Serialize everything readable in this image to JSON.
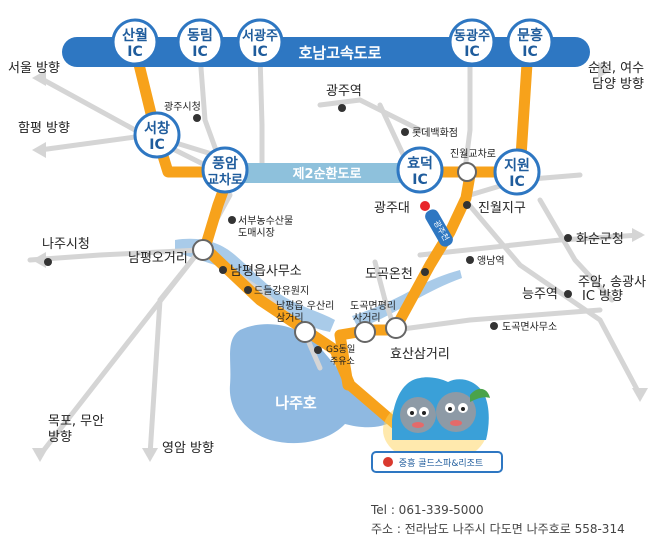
{
  "highway": {
    "name": "호남고속도로"
  },
  "ring_road": {
    "name": "제2순환도로"
  },
  "interchanges": [
    {
      "id": "sanwol",
      "line1": "산월",
      "line2": "IC"
    },
    {
      "id": "dongrim",
      "line1": "동림",
      "line2": "IC"
    },
    {
      "id": "seogwangju",
      "line1": "서광주",
      "line2": "IC"
    },
    {
      "id": "donggwangju",
      "line1": "동광주",
      "line2": "IC"
    },
    {
      "id": "munheung",
      "line1": "문흥",
      "line2": "IC"
    },
    {
      "id": "seochang",
      "line1": "서창",
      "line2": "IC"
    },
    {
      "id": "pungam",
      "line1": "풍암",
      "line2": "교차로"
    },
    {
      "id": "hyodeok",
      "line1": "효덕",
      "line2": "IC"
    },
    {
      "id": "jiwon",
      "line1": "지원",
      "line2": "IC"
    }
  ],
  "directions": {
    "seoul": "서울 방향",
    "suncheon_line1": "순천, 여수",
    "suncheon_line2": "담양 방향",
    "hampyeong": "함평 방향",
    "naju": "나주시청",
    "mokpo_line1": "목포, 무안",
    "mokpo_line2": "방향",
    "yeongam": "영암 방향",
    "jeungam_line1": "주암, 송광사",
    "jeungam_line2": "IC 방향"
  },
  "places": {
    "gwangju_city_hall": "광주시청",
    "gwangju_station": "광주역",
    "lotte": "롯데백화점",
    "jinwol_junction": "진월교차로",
    "gwangju_univ": "광주대",
    "jinwol_district": "진월지구",
    "seobu_market_1": "서부농수산물",
    "seobu_market_2": "도매시장",
    "namyeong_ogeori": "남평오거리",
    "namyeong_office": "남평읍사무소",
    "deureul": "드들강유원지",
    "namyeong_usan_1": "남평읍 우산리",
    "namyeong_usan_2": "삼거리",
    "dogok_pyeongni_1": "도곡면평리",
    "dogok_pyeongni_2": "사거리",
    "gs_station_1": "GS동일",
    "gs_station_2": "주유소",
    "hyosan": "효산삼거리",
    "dogok_spa": "도곡온천",
    "aengnam": "앵남역",
    "hwasun": "화순군청",
    "neungju": "능주역",
    "dogok_office": "도곡면사무소",
    "najuho": "나주호",
    "river_road": "광주천"
  },
  "resort": {
    "sign": "중흥 골드스파&리조트"
  },
  "contact": {
    "tel": "Tel : 061-339-5000",
    "address": "주소 : 전라남도 나주시 다도면 나주호로 558-314"
  },
  "colors": {
    "highway": "#2e77c2",
    "route": "#f7a21b",
    "ring": "#8ec1dc",
    "water": "#8fb9e1",
    "road": "#d5d5d5",
    "marker_red": "#e8262b"
  }
}
